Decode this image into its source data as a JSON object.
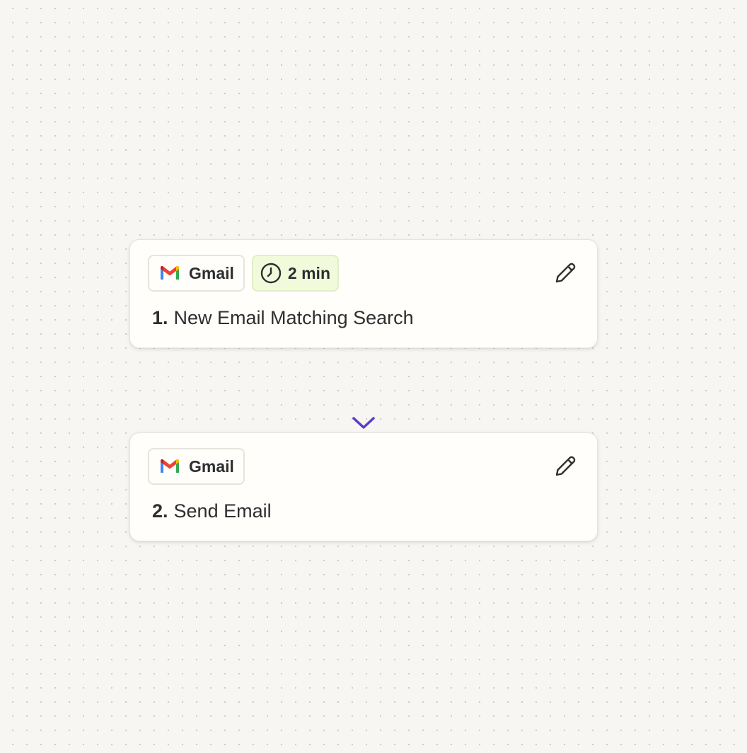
{
  "canvas": {
    "background": "#f7f6f3",
    "dot_color": "#cfcdc6"
  },
  "accent_color": "#5a3dc8",
  "steps": [
    {
      "app_name": "Gmail",
      "app_icon": "gmail-logo-icon",
      "timer_label": "2 min",
      "timer_icon": "clock-icon",
      "number": "1.",
      "title": "New Email Matching Search",
      "edit_icon": "pencil-icon"
    },
    {
      "app_name": "Gmail",
      "app_icon": "gmail-logo-icon",
      "number": "2.",
      "title": "Send Email",
      "edit_icon": "pencil-icon"
    }
  ],
  "connector": {
    "icon": "arrow-down-icon"
  }
}
